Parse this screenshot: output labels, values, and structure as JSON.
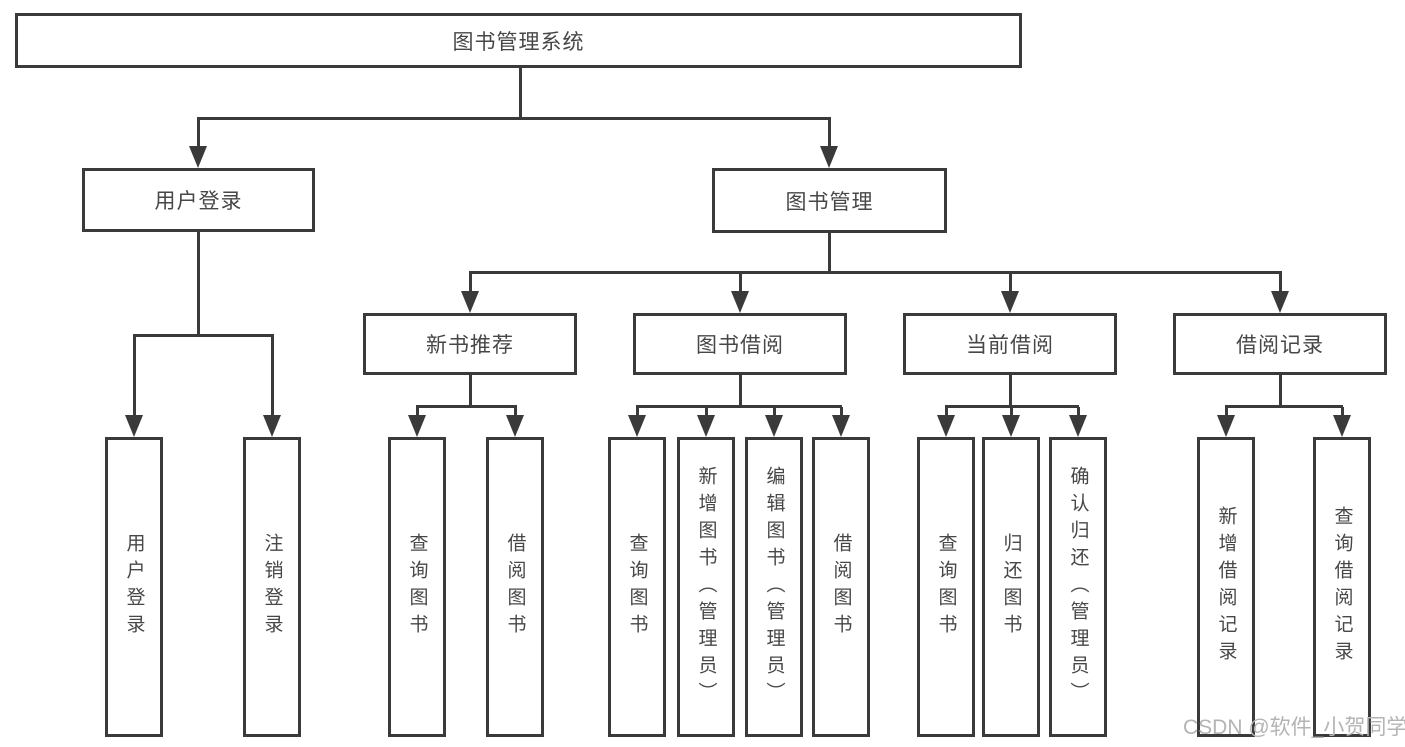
{
  "diagram": {
    "root": {
      "label": "图书管理系统"
    },
    "level2": [
      {
        "label": "用户登录"
      },
      {
        "label": "图书管理"
      }
    ],
    "level3": [
      {
        "label": "新书推荐"
      },
      {
        "label": "图书借阅"
      },
      {
        "label": "当前借阅"
      },
      {
        "label": "借阅记录"
      }
    ],
    "leaves": {
      "user_login": [
        "用户登录",
        "注销登录"
      ],
      "new_book": [
        "查询图书",
        "借阅图书"
      ],
      "book_borrow": [
        "查询图书",
        "新增图书（管理员）",
        "编辑图书（管理员）",
        "借阅图书"
      ],
      "current_borrow": [
        "查询图书",
        "归还图书",
        "确认归还（管理员）"
      ],
      "borrow_record": [
        "新增借阅记录",
        "查询借阅记录"
      ]
    }
  },
  "watermark": {
    "text": "CSDN @软件_小贺同学"
  },
  "colors": {
    "line": "#3a3a3a",
    "text": "#474747",
    "background": "#ffffff",
    "watermark": "#b4b4b4"
  }
}
